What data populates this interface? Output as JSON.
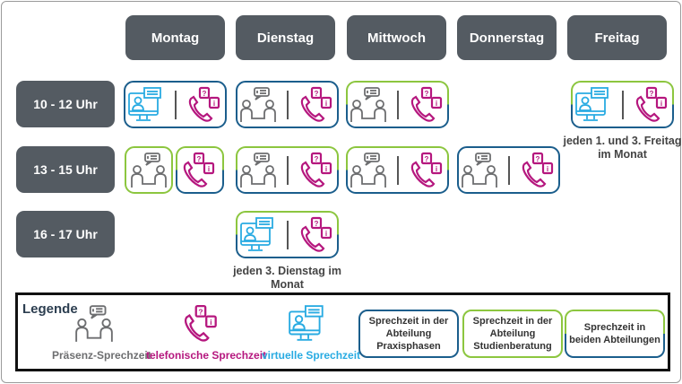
{
  "days": [
    "Montag",
    "Dienstag",
    "Mittwoch",
    "Donnerstag",
    "Freitag"
  ],
  "slots": [
    "10 - 12 Uhr",
    "13 - 15 Uhr",
    "16 - 17 Uhr"
  ],
  "entries": [
    {
      "day": "Montag",
      "slot": "10 - 12 Uhr",
      "department": "Praxisphasen",
      "modes": [
        "virtual",
        "phone"
      ]
    },
    {
      "day": "Montag",
      "slot": "13 - 15 Uhr",
      "department": "Studienberatung",
      "modes": [
        "person"
      ]
    },
    {
      "day": "Montag",
      "slot": "13 - 15 Uhr",
      "department": "beide",
      "modes": [
        "phone"
      ]
    },
    {
      "day": "Dienstag",
      "slot": "10 - 12 Uhr",
      "department": "Praxisphasen",
      "modes": [
        "person",
        "phone"
      ]
    },
    {
      "day": "Dienstag",
      "slot": "13 - 15 Uhr",
      "department": "beide",
      "modes": [
        "person",
        "phone"
      ]
    },
    {
      "day": "Dienstag",
      "slot": "16 - 17 Uhr",
      "department": "beide",
      "modes": [
        "virtual",
        "phone"
      ],
      "note": "jeden 3. Dienstag im Monat"
    },
    {
      "day": "Mittwoch",
      "slot": "10 - 12 Uhr",
      "department": "beide",
      "modes": [
        "person",
        "phone"
      ]
    },
    {
      "day": "Mittwoch",
      "slot": "13 - 15 Uhr",
      "department": "beide",
      "modes": [
        "person",
        "phone"
      ]
    },
    {
      "day": "Donnerstag",
      "slot": "13 - 15 Uhr",
      "department": "Praxisphasen",
      "modes": [
        "person",
        "phone"
      ]
    },
    {
      "day": "Freitag",
      "slot": "10 - 12 Uhr",
      "department": "beide",
      "modes": [
        "virtual",
        "phone"
      ],
      "note": "jeden 1. und 3. Freitag im Monat"
    }
  ],
  "legend": {
    "title": "Legende",
    "modes": [
      {
        "icon": "person",
        "label": "Präsenz-Sprechzeit",
        "color": "#6d6e70"
      },
      {
        "icon": "phone",
        "label": "telefonische Sprechzeit",
        "color": "#b5177e"
      },
      {
        "icon": "virtual",
        "label": "virtuelle Sprechzeit",
        "color": "#29abe2"
      }
    ],
    "departments": [
      {
        "key": "Praxisphasen",
        "label": "Sprechzeit in der Abteilung Praxisphasen",
        "color": "#1b5e8c"
      },
      {
        "key": "Studienberatung",
        "label": "Sprechzeit in der Abteilung Studienberatung",
        "color": "#8cc63f"
      },
      {
        "key": "beide",
        "label": "Sprechzeit in beiden Abteilungen",
        "color": "#8cc63f / #1b5e8c"
      }
    ]
  }
}
